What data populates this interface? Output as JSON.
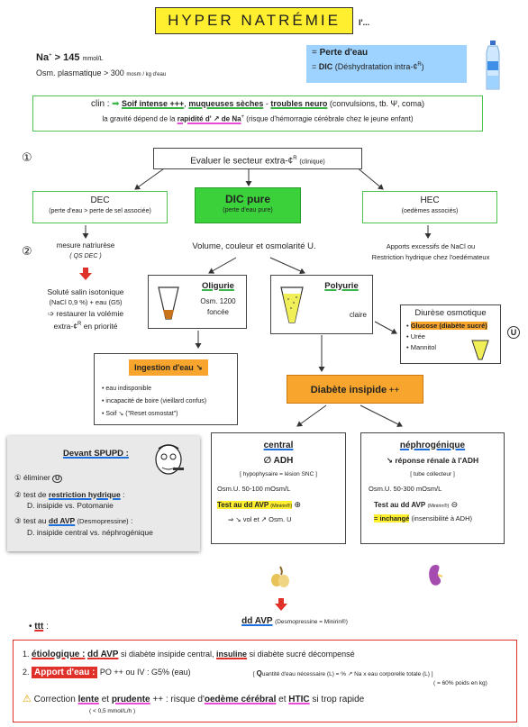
{
  "title": "HYPER NATRÉMIE",
  "title_suffix": "I'...",
  "criteria": {
    "na_label": "Na",
    "na_sup": "+",
    "na_value": "> 145",
    "na_unit": "mmol/L",
    "osm_label": "Osm. plasmatique > 300",
    "osm_unit": "mosm / kg d'eau"
  },
  "definition": {
    "eq1": "= ",
    "perte_eau": "Perte d'eau",
    "eq2": "= ",
    "dic": "DIC",
    "dic_desc": "(Déshydratation intra-¢",
    "dic_sup": "R",
    "dic_close": ")"
  },
  "clinic": {
    "label": "clin :",
    "arrow": "➡",
    "soif": "Soif intense +++",
    "comma1": ",",
    "muqueuses": "muqueuses sèches",
    "dash": "-",
    "troubles": "troubles neuro",
    "troubles_detail": "(convulsions, tb. Ψ, coma)",
    "gravite_pre": "la gravité dépend de la",
    "gravite_key": "rapidité d' ↗ de Na",
    "gravite_sup": "+",
    "gravite_post": "(risque d'hémorragie cérébrale chez le jeune enfant)"
  },
  "step1": {
    "num": "①",
    "text": "Evaluer le secteur extra-¢",
    "text_sup": "R",
    "text_detail": "(clinique)"
  },
  "dec": {
    "title": "DEC",
    "sub": "(perte d'eau > perte de sel associée)"
  },
  "dic_pure": {
    "title": "DIC pure",
    "sub": "(perte d'eau pure)"
  },
  "hec": {
    "title": "HEC",
    "sub": "(oedèmes associés)"
  },
  "step2": {
    "num": "②",
    "mesure": "mesure natriurèse",
    "qs_dec": "( QS DEC )",
    "solute1": "Soluté salin isotonique",
    "solute2": "(NaCl 0,9 %) + eau (G5)",
    "solute3": "➩ restaurer la volémie",
    "solute4": "extra-¢",
    "solute4_sup": "R",
    "solute4_post": "en priorité"
  },
  "volume_line": "Volume, couleur et osmolarité U.",
  "hec_detail": {
    "line1": "Apports excessifs de NaCl ou",
    "line2": "Restriction hydrique chez l'oedémateux"
  },
  "oligurie": {
    "title": "Oligurie",
    "osm": "Osm. 1200",
    "color": "foncée"
  },
  "polyurie": {
    "title": "Polyurie",
    "color": "claire"
  },
  "diurese": {
    "title": "Diurèse osmotique",
    "item1": "Glucose (diabète sucré)",
    "item2": "Urée",
    "item3": "Mannitol",
    "marker": "U"
  },
  "ingestion": {
    "title": "Ingestion d'eau ↘",
    "item1": "eau indisponible",
    "item2": "incapacité de boire  (vieillard confus)",
    "item3": "Soif ↘  (\"Reset osmostat\")"
  },
  "diabete": {
    "title": "Diabète insipide",
    "plus": "++"
  },
  "spupd": {
    "title": "Devant SPUPD :",
    "n1": "①",
    "l1": "éliminer",
    "l1_marker": "U",
    "n2": "②",
    "l2a": "test de",
    "l2b": "restriction hydrique",
    "l2c": ":",
    "l2d": "D. insipide vs. Potomanie",
    "n3": "③",
    "l3a": "test au",
    "l3b": "dd AVP",
    "l3c": "(Desmopressine)",
    "l3d": ":",
    "l3e": "D. insipide central vs. néphrogénique"
  },
  "central": {
    "title": "central",
    "adh": "∅ ADH",
    "site": "[ hypophysaire = lésion SNC ]",
    "osm": "Osm.U. 50-100 mOsm/L",
    "test": "Test au dd AVP",
    "test_brand": "(Minirin®)",
    "test_sign": "⊕",
    "result": "⇒ ↘ vol et ↗ Osm. U"
  },
  "nephro": {
    "title": "néphrogénique",
    "reponse": "↘ réponse rénale à l'ADH",
    "site": "[ tube collecteur ]",
    "osm": "Osm.U. 50-300 mOsm/L",
    "test": "Test au dd AVP",
    "test_brand": "(Minirin®)",
    "test_sign": "⊖",
    "result_key": "= inchangé",
    "result_detail": "(insensibilité à ADH)"
  },
  "dd_avp": {
    "label": "dd AVP",
    "detail": "(Desmopressine = Minirin®)"
  },
  "ttt": {
    "label": "ttt",
    "colon": ":",
    "l1_num": "1.",
    "l1_key": "étiologique :",
    "l1_a": "dd AVP",
    "l1_b": "si diabète insipide central,",
    "l1_c": "insuline",
    "l1_d": "si diabète sucré décompensé",
    "l2_num": "2.",
    "l2_key": "Apport d'eau :",
    "l2_a": "PO ++ ou IV : G5% (eau)",
    "l2_formula_q": "Q",
    "l2_formula": "uantité d'eau nécessaire (L) = % ↗ Na  x  eau corporelle totale (L) ]",
    "l2_formula_open": "[",
    "l2_formula_note": "( = 60% poids en kg)",
    "l3_warn": "⚠",
    "l3_a": "Correction",
    "l3_b": "lente",
    "l3_c": "et",
    "l3_d": "prudente",
    "l3_e": "++ : risque d'",
    "l3_f": "oedème cérébral",
    "l3_g": "et",
    "l3_h": "HTIC",
    "l3_i": "si trop rapide",
    "l3_note": "( < 0,5 mmol/L/h )"
  },
  "colors": {
    "title_bg": "#ffef2e",
    "blue_box": "#9fd3ff",
    "green_box": "#3ad13a",
    "green_border": "#4fc34f",
    "orange": "#f7a52c",
    "red_border": "#e0302a"
  }
}
